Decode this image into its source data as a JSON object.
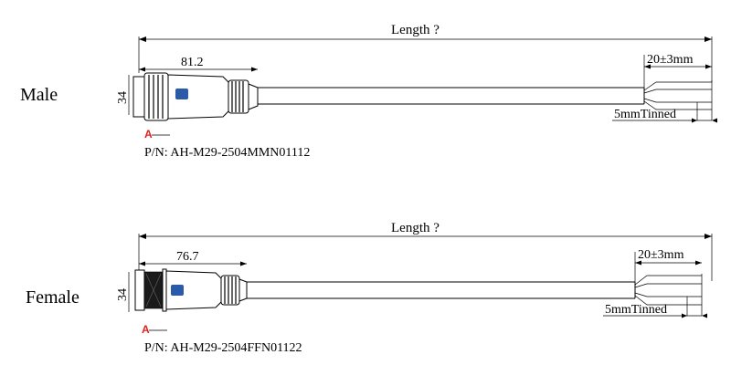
{
  "male": {
    "label": "Male",
    "length_label": "Length ?",
    "connector_length": "81.2",
    "height": "34",
    "strip_length": "20±3mm",
    "tinned_label": "5mmTinned",
    "marker": "A",
    "part_number": "P/N: AH-M29-2504MMN01112"
  },
  "female": {
    "label": "Female",
    "length_label": "Length ?",
    "connector_length": "76.7",
    "height": "34",
    "strip_length": "20±3mm",
    "tinned_label": "5mmTinned",
    "marker": "A",
    "part_number": "P/N: AH-M29-2504FFN01122"
  },
  "colors": {
    "marker": "#e0201e",
    "logo": "#2a5aa8"
  }
}
